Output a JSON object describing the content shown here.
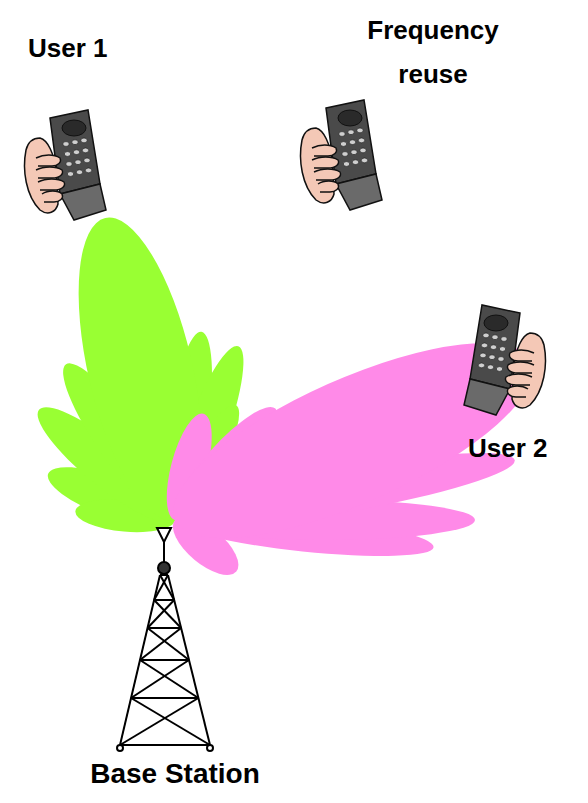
{
  "diagram": {
    "labels": [
      "User 1",
      "Frequency reuse",
      "User 2",
      "Base Station"
    ]
  }
}
